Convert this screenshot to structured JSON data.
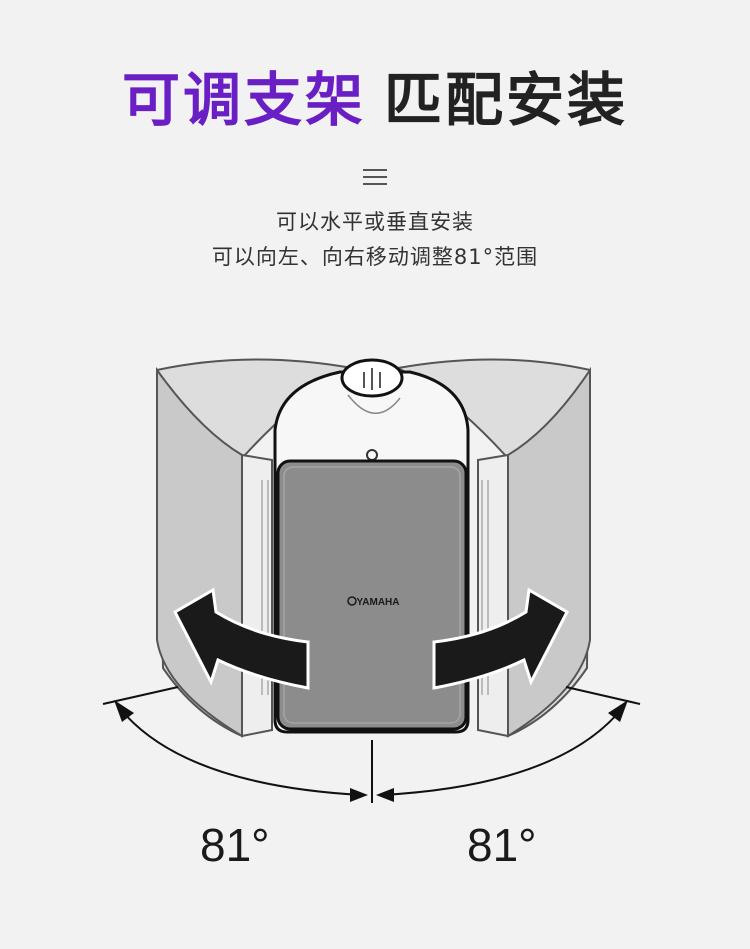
{
  "title": {
    "highlight": "可调支架",
    "rest": "匹配安装"
  },
  "subtitle": {
    "line1": "可以水平或垂直安装",
    "line2": "可以向左、向右移动调整81°范围"
  },
  "product": {
    "brand": "YAMAHA"
  },
  "angles": {
    "left": "81°",
    "right": "81°"
  },
  "colors": {
    "accent": "#6a1fc4",
    "speaker_front": "#8c8c8c",
    "ghost_speaker": "#c9c9c9"
  },
  "icons": {
    "menu": "menu-icon",
    "arrow_left": "rotate-left-arrow-icon",
    "arrow_right": "rotate-right-arrow-icon"
  }
}
